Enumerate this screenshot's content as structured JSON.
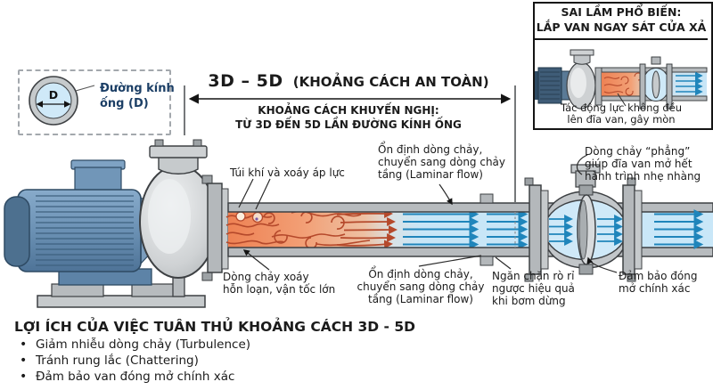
{
  "inset": {
    "title": "SAI LẦM PHỔ BIẾN:\nLẮP VAN NGAY SÁT CỬA XẢ",
    "caption": "Tác động lực không đều\nlên đĩa van, gây mòn"
  },
  "diameter_legend": {
    "symbol": "D",
    "label": "Đường kính\nống (D)"
  },
  "dimension": {
    "range": "3D – 5D",
    "range_note": "(KHOẢNG CÁCH AN TOÀN)",
    "recommendation": "KHOẢNG CÁCH KHUYẾN NGHỊ:\nTỪ 3D ĐẾN 5D LẦN ĐƯỜNG KÍNH ỐNG"
  },
  "labels": {
    "air_pocket": "Túi khí và xoáy áp lực",
    "laminar_top": "Ổn định dòng chảy,\nchuyển sang dòng chảy\ntầng (Laminar flow)",
    "turbulent_bottom": "Dòng chảy xoáy\nhỗn loạn, vận tốc lớn",
    "laminar_bottom": "Ổn định dòng chảy,\nchuyển sang dòng chảy\ntầng (Laminar flow)",
    "leak_prevention": "Ngăn chặn rò rỉ\nngược hiệu quả\nkhi bơm dừng",
    "flat_flow": "Dòng chảy “phẳng”\ngiúp đĩa van mở hết\nhành trình nhẹ nhàng",
    "accurate_closing": "Đảm bảo đóng\nmở chính xác"
  },
  "benefits": {
    "heading": "LỢI ÍCH CỦA VIỆC TUÂN THỦ KHOẢNG CÁCH 3D - 5D",
    "bullet": "•",
    "items": [
      "Giảm nhiễu dòng chảy (Turbulence)",
      "Tránh rung lắc (Chattering)",
      "Đảm bảo van đóng mở chính xác"
    ]
  },
  "colors": {
    "turbulent_flow": "#e0703c",
    "laminar_flow": "#1f85bb",
    "pump_motor": "#5d83a7",
    "pipe_metal": "#c2c6c9",
    "diameter_text": "#1c3f66"
  }
}
